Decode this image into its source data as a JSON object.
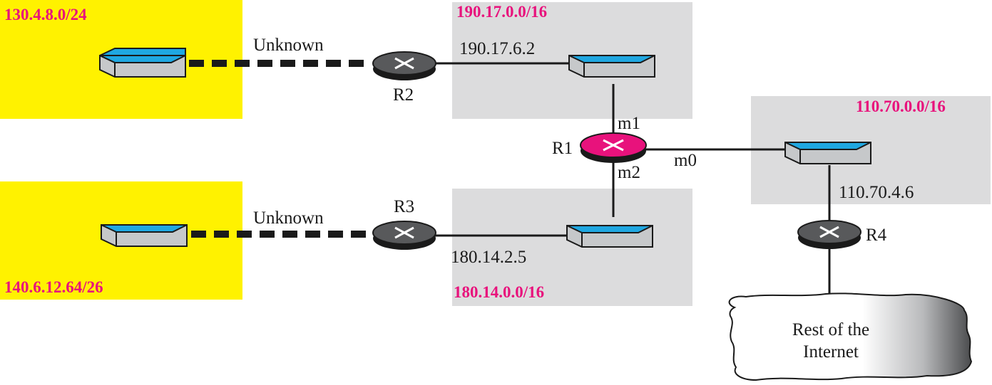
{
  "colors": {
    "unknown_area": "#fff200",
    "known_area": "#dcdcdd",
    "net_label": "#e8127c",
    "r1_body": "#e8127c",
    "router_body": "#58595b",
    "switch_top": "#1fa7e1",
    "switch_side": "#c6c8ca",
    "line": "#1a1a1a"
  },
  "networks": {
    "n130": "130.4.8.0/24",
    "n140": "140.6.12.64/26",
    "n190": "190.17.0.0/16",
    "n180": "180.14.0.0/16",
    "n110": "110.70.0.0/16"
  },
  "routers": {
    "r1": "R1",
    "r2": "R2",
    "r3": "R3",
    "r4": "R4"
  },
  "interfaces": {
    "m0": "m0",
    "m1": "m1",
    "m2": "m2"
  },
  "addresses": {
    "a190": "190.17.6.2",
    "a180": "180.14.2.5",
    "a110": "110.70.4.6"
  },
  "links": {
    "unknown_top": "Unknown",
    "unknown_bottom": "Unknown"
  },
  "internet": {
    "line1": "Rest of the",
    "line2": "Internet"
  }
}
